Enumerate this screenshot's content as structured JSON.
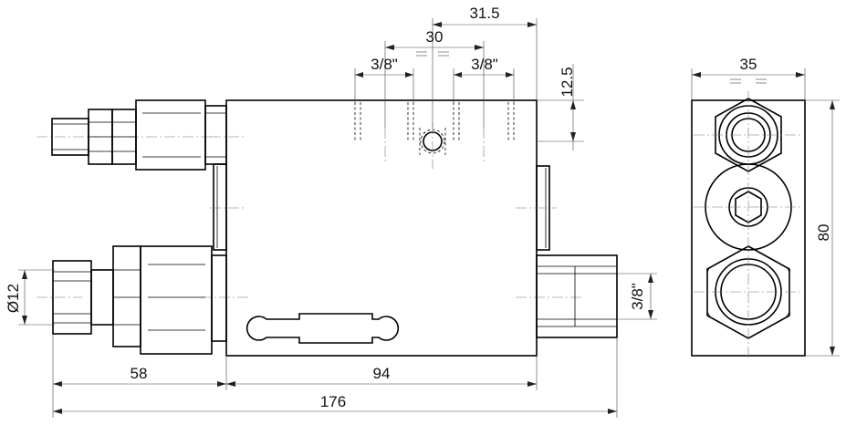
{
  "dimensions": {
    "d_31_5": "31.5",
    "d_30": "30",
    "d_3_8_left": "3/8\"",
    "d_3_8_right": "3/8\"",
    "d_12_5": "12.5",
    "d_35": "35",
    "d_80": "80",
    "d_dia12": "Ø12",
    "d_3_8_port": "3/8\"",
    "d_58": "58",
    "d_94": "94",
    "d_176": "176"
  }
}
